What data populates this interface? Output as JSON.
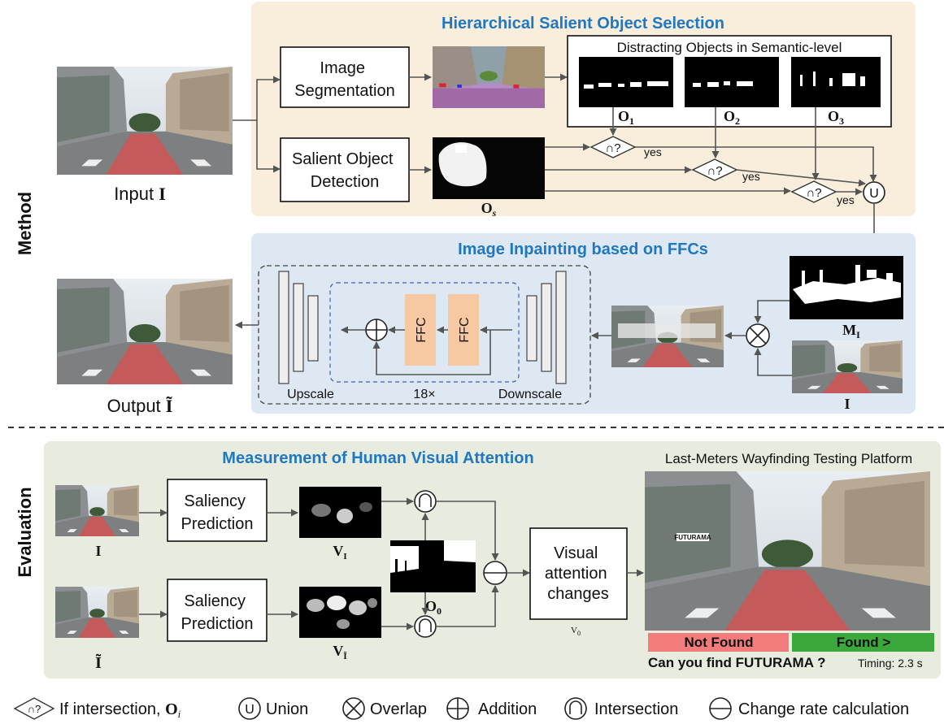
{
  "sections": {
    "method_label": "Method",
    "evaluation_label": "Evaluation"
  },
  "method": {
    "selection_title": "Hierarchical Salient Object Selection",
    "input_label": "Input",
    "input_symbol": "I",
    "image_segmentation": [
      "Image",
      "Segmentation"
    ],
    "salient_detection": [
      "Salient Object",
      "Detection"
    ],
    "distracting_title": "Distracting Objects in Semantic-level",
    "o1": "O",
    "o1_sub": "1",
    "o2": "O",
    "o2_sub": "2",
    "o3": "O",
    "o3_sub": "3",
    "os": "O",
    "os_sub": "s",
    "intersect_q": "∩?",
    "yes": "yes",
    "union_symbol": "U",
    "inpainting_title": "Image Inpainting based on FFCs",
    "ffc": "FFC",
    "upscale": "Upscale",
    "repeat": "18×",
    "downscale": "Downscale",
    "mask_label": "M",
    "mask_sub": "I",
    "i_label": "I",
    "output_label": "Output",
    "output_symbol": "Ĩ"
  },
  "evaluation": {
    "attention_title": "Measurement of Human Visual Attention",
    "saliency": [
      "Saliency",
      "Prediction"
    ],
    "i_label": "I",
    "i_tilde_label": "Ĩ",
    "v1": "V",
    "v1_sub": "I",
    "v2": "V",
    "v2_sub": "Ĩ",
    "o0": "O",
    "o0_sub": "0",
    "visual_changes": [
      "Visual",
      "attention",
      "changes"
    ],
    "v0": "V",
    "v0_sub": "0",
    "platform_title": "Last-Meters Wayfinding Testing Platform",
    "not_found": "Not Found",
    "found": "Found >",
    "question": "Can you find FUTURAMA ?",
    "timing": "Timing: 2.3 s",
    "storefront": "FUTURAMA"
  },
  "legend": {
    "if_intersection": "If intersection,",
    "oi": "O",
    "oi_sub": "i",
    "union": "Union",
    "overlap": "Overlap",
    "addition": "Addition",
    "intersection": "Intersection",
    "change_rate": "Change rate calculation"
  },
  "colors": {
    "selection_panel": "#f8eedb",
    "inpainting_panel": "#dde8f2",
    "evaluation_panel": "#e7ecdf",
    "title_blue": "#1f78c1",
    "ffc_fill": "#f7c9a2",
    "not_found": "#f27c7c",
    "found": "#3aa83a"
  }
}
